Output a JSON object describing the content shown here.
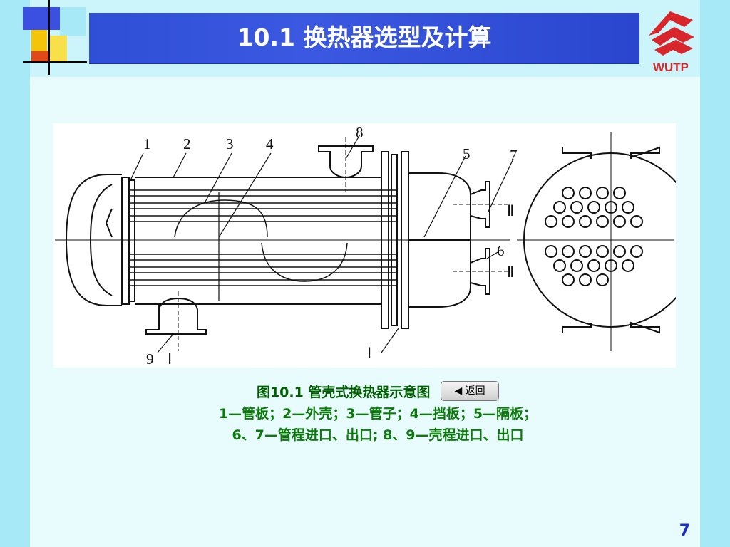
{
  "header": {
    "title": "10.1  换热器选型及计算",
    "logo_text": "WUTP"
  },
  "diagram": {
    "labels": {
      "l1": "1",
      "l2": "2",
      "l3": "3",
      "l4": "4",
      "l5": "5",
      "l6": "6",
      "l7": "7",
      "l8": "8",
      "l9": "9",
      "roman1a": "Ⅰ",
      "roman1b": "Ⅰ",
      "roman2a": "Ⅱ",
      "roman2b": "Ⅱ"
    }
  },
  "caption": {
    "title": "图10.1  管壳式换热器示意图",
    "return_label": "◀ 返回",
    "line1": "1—管板；2—外壳；3—管子；4—挡板；5—隔板；",
    "line2": "6、7—管程进口、出口; 8、9—壳程进口、出口"
  },
  "footer": {
    "page_number": "7"
  },
  "colors": {
    "title_bar": "#2f4fd7",
    "caption_green": "#0b7a0b",
    "page_number": "#1a2fc4",
    "logo_red": "#d8262b"
  }
}
